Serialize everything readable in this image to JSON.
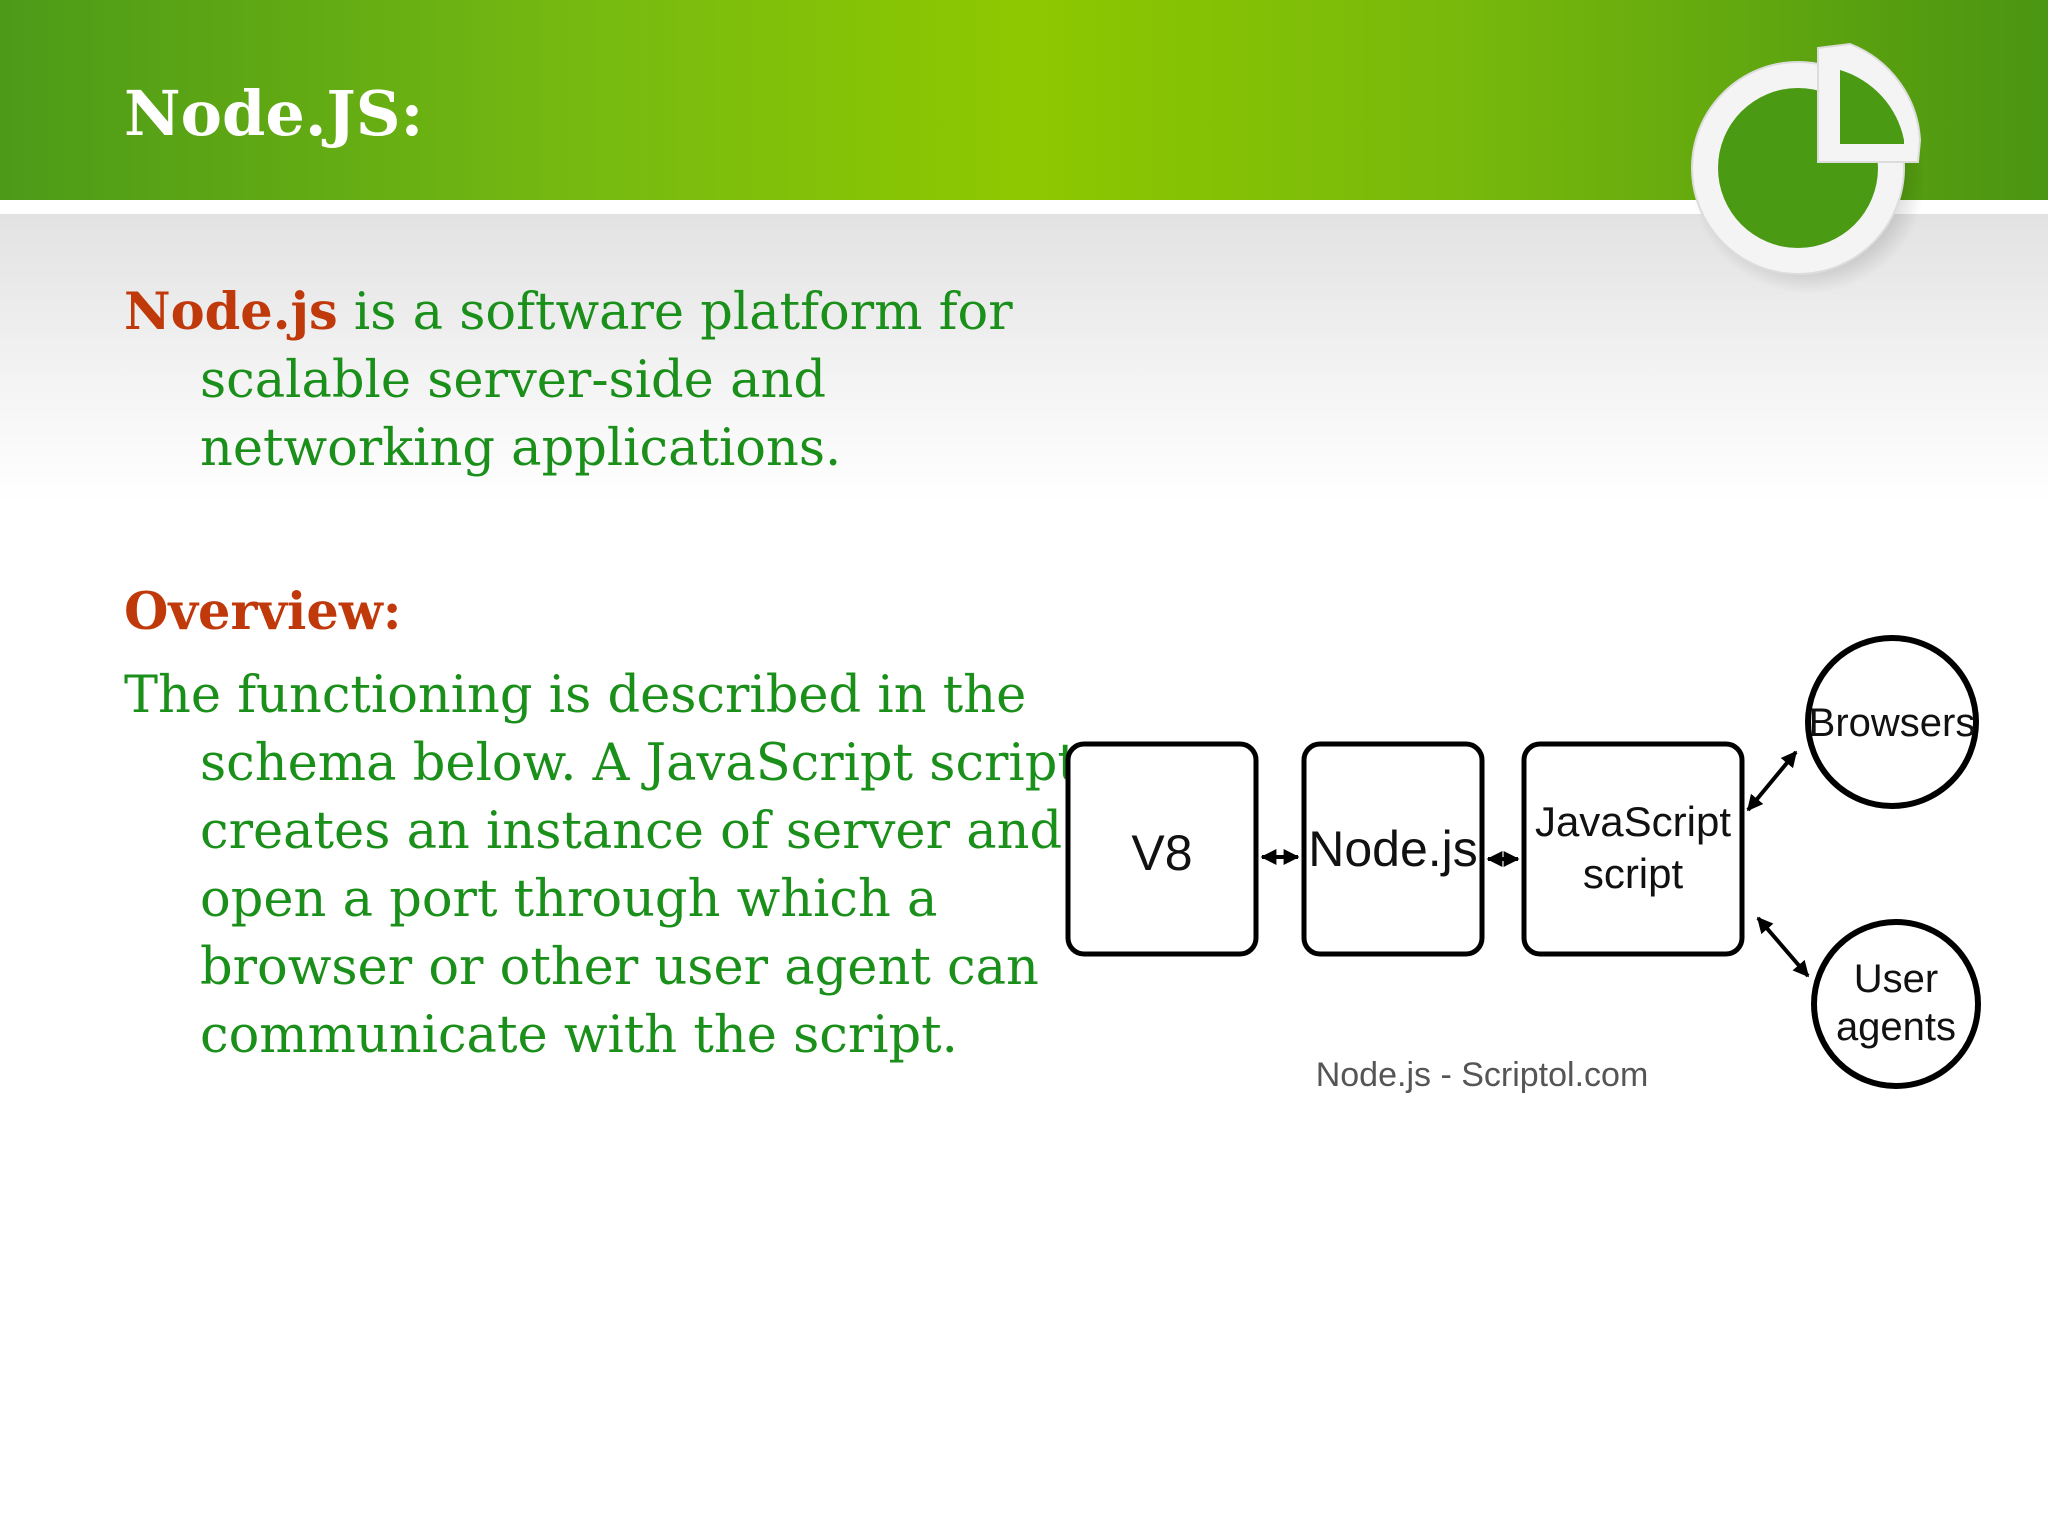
{
  "slide": {
    "title": "Node.JS:"
  },
  "intro": {
    "term": "Node.js",
    "text": " is a software platform for scalable server-side and networking applications."
  },
  "overview": {
    "heading": "Overview:",
    "text": "The functioning is described in the schema below. A JavaScript script creates an instance of server and open a port through which a browser or other user agent can communicate with the script."
  },
  "diagram": {
    "boxes": {
      "v8": "V8",
      "nodejs": "Node.js",
      "javascript_line1": "JavaScript",
      "javascript_line2": "script"
    },
    "circles": {
      "browsers": "Browsers",
      "user_agents_line1": "User",
      "user_agents_line2": "agents"
    },
    "caption": "Node.js - Scriptol.com"
  },
  "colors": {
    "header_green": "#8ec800",
    "body_text_green": "#1a8f1a",
    "accent_orange": "#c0390b"
  },
  "icons": {
    "logo": "pie-chart-logo-icon"
  }
}
